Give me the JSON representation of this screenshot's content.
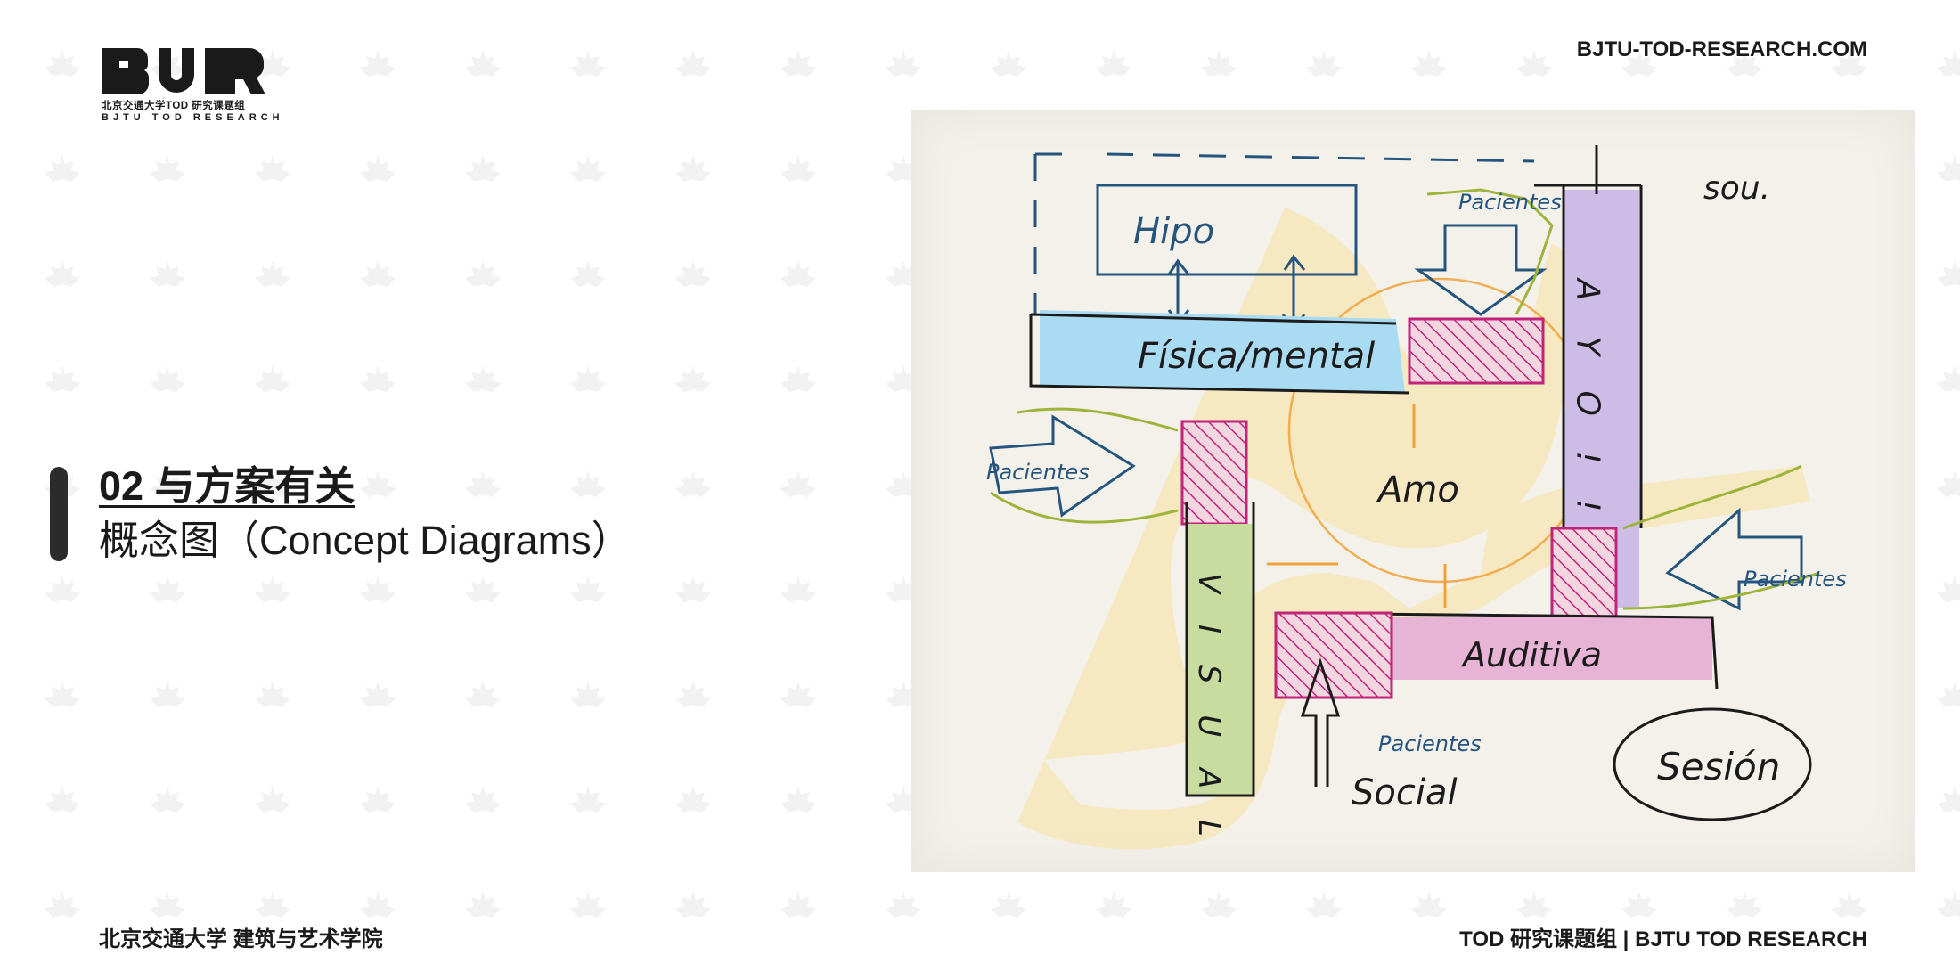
{
  "header": {
    "logo_cn": "北京交通大学TOD 研究课题组",
    "logo_en": "BJTU TOD RESEARCH",
    "site_url": "BJTU-TOD-RESEARCH.COM"
  },
  "section": {
    "title": "02 与方案有关",
    "subtitle": "概念图（Concept Diagrams）"
  },
  "diagram": {
    "labels": {
      "hipoteca": "Hipo",
      "fisica_mental": "Física/mental",
      "pacientes_top": "Pacientes",
      "apoyo": "A Y O ! !",
      "sou": "sou.",
      "pacientes_left": "Pacientes",
      "amo": "Amo",
      "visual": "V I S U A L",
      "pacientes_right": "Pacientes",
      "auditiva": "Auditiva",
      "pacientes_bottom": "Pacientes",
      "social": "Social",
      "sesion": "Sesión"
    },
    "colors": {
      "blue_band": "#a9dcf2",
      "purple_band": "#cdbde6",
      "green_band": "#c9dca0",
      "pink_band": "#e8b4d6",
      "cream_flow": "#f6e6b8",
      "olive_line": "#9db43a",
      "magenta_hatch": "#c2247a",
      "ink_blue": "#25557f",
      "ink_black": "#1b1b1b",
      "orange": "#f0a23a"
    }
  },
  "footer": {
    "left": "北京交通大学 建筑与艺术学院",
    "right": "TOD 研究课题组 | BJTU TOD RESEARCH"
  }
}
